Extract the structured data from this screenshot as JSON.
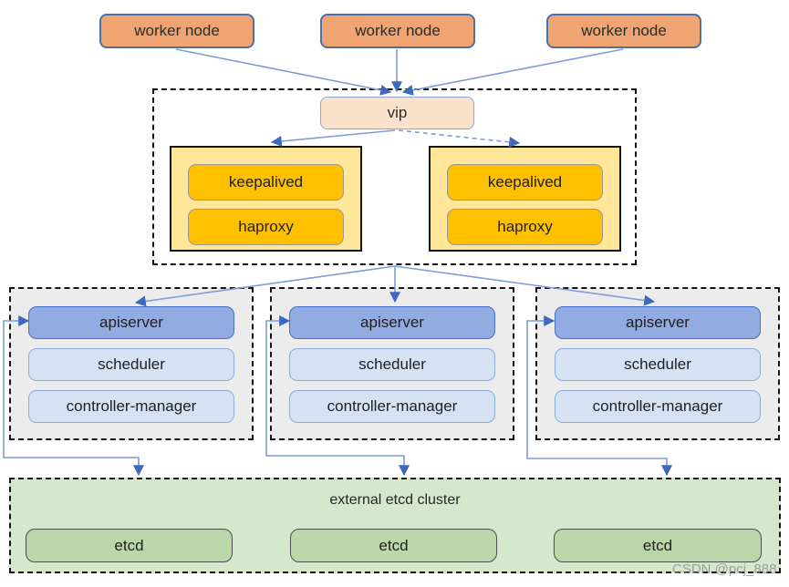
{
  "diagram": {
    "worker_nodes": [
      "worker node",
      "worker node",
      "worker node"
    ],
    "vip_label": "vip",
    "lb_nodes": [
      {
        "services": [
          "keepalived",
          "haproxy"
        ]
      },
      {
        "services": [
          "keepalived",
          "haproxy"
        ]
      }
    ],
    "master_groups": [
      {
        "components": [
          "apiserver",
          "scheduler",
          "controller-manager"
        ]
      },
      {
        "components": [
          "apiserver",
          "scheduler",
          "controller-manager"
        ]
      },
      {
        "components": [
          "apiserver",
          "scheduler",
          "controller-manager"
        ]
      }
    ],
    "etcd_cluster": {
      "title": "external etcd cluster",
      "nodes": [
        "etcd",
        "etcd",
        "etcd"
      ]
    },
    "watermark": "CSDN @pcj_888",
    "colors": {
      "worker_fill": "#f0a471",
      "worker_border": "#4a6fae",
      "vip_fill": "#fbe2cc",
      "lb_outer_fill": "#ffe699",
      "lb_inner_fill": "#ffc000",
      "master_group_fill": "#ececec",
      "apiserver_fill": "#92abe2",
      "component_fill": "#d6e2f3",
      "etcd_cluster_fill": "#d6e8cc",
      "etcd_fill": "#b9d7a8",
      "connector_line": "#7e9cd8",
      "arrowhead": "#3f68bf"
    }
  }
}
